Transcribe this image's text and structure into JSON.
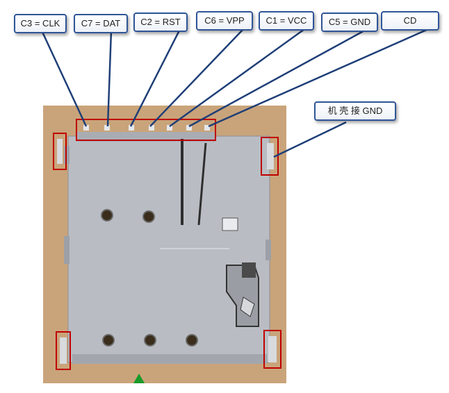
{
  "callouts": [
    {
      "id": "c3",
      "label": "C3 = CLK"
    },
    {
      "id": "c7",
      "label": "C7 = DAT"
    },
    {
      "id": "c2",
      "label": "C2 = RST"
    },
    {
      "id": "c6",
      "label": "C6 = VPP"
    },
    {
      "id": "c1",
      "label": "C1 = VCC"
    },
    {
      "id": "c5",
      "label": "C5 = GND"
    },
    {
      "id": "cd",
      "label": "CD"
    },
    {
      "id": "shell",
      "label": "机 壳 接 GND"
    }
  ],
  "colors": {
    "callout_border": "#2f5597",
    "leader_line": "#1f3f78",
    "highlight_box": "#c00000",
    "metal": "#b8bcc2",
    "wood": "#c9a47a",
    "marker": "#1a9a2a"
  }
}
